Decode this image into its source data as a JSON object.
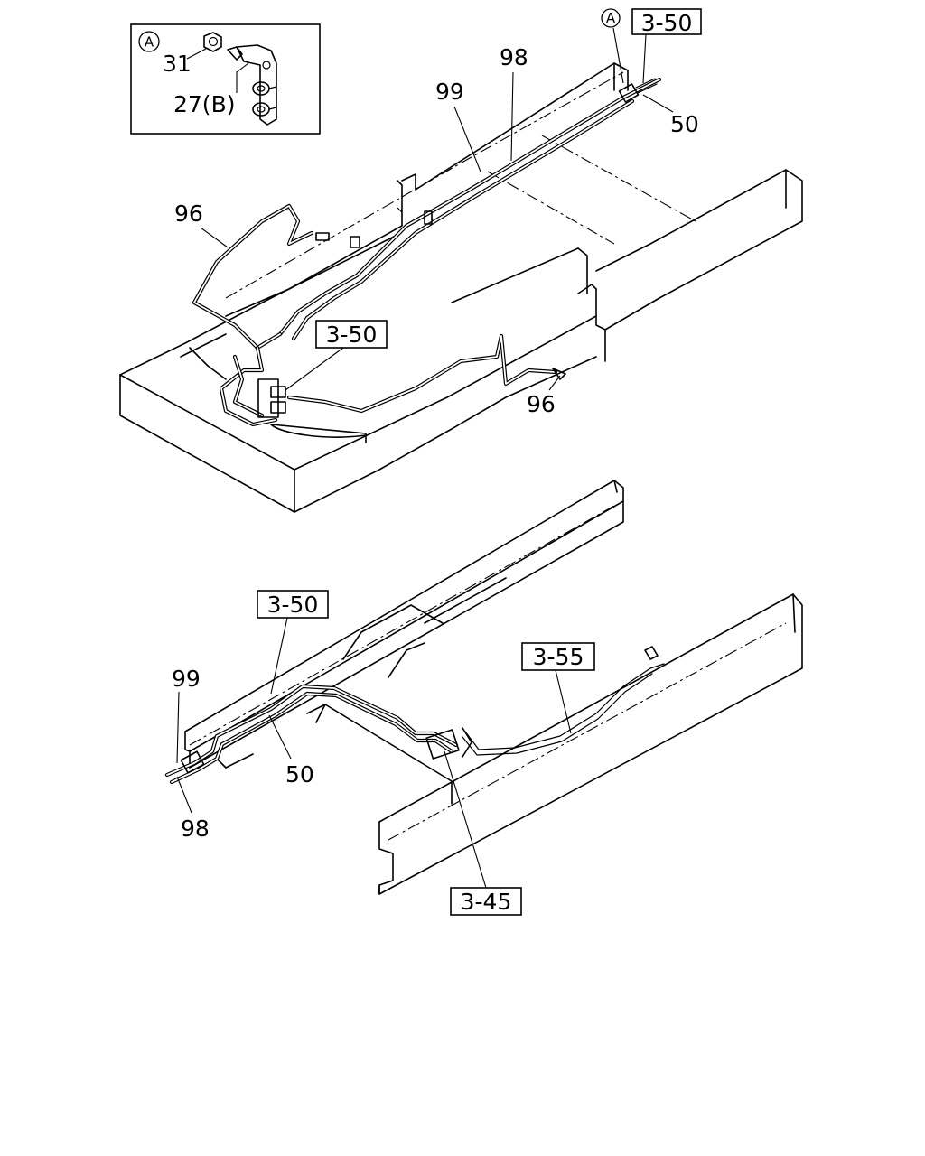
{
  "inset": {
    "marker": "A",
    "part_31": "31",
    "part_27": "27(B)"
  },
  "upper_view": {
    "marker_a": "A",
    "ref_top_right": "3-50",
    "part_98": "98",
    "part_99": "99",
    "part_50": "50",
    "part_96_left": "96",
    "ref_center": "3-50",
    "part_96_right": "96"
  },
  "lower_view": {
    "ref_left": "3-50",
    "part_99": "99",
    "part_50": "50",
    "part_98": "98",
    "ref_right": "3-55",
    "ref_bottom": "3-45"
  }
}
